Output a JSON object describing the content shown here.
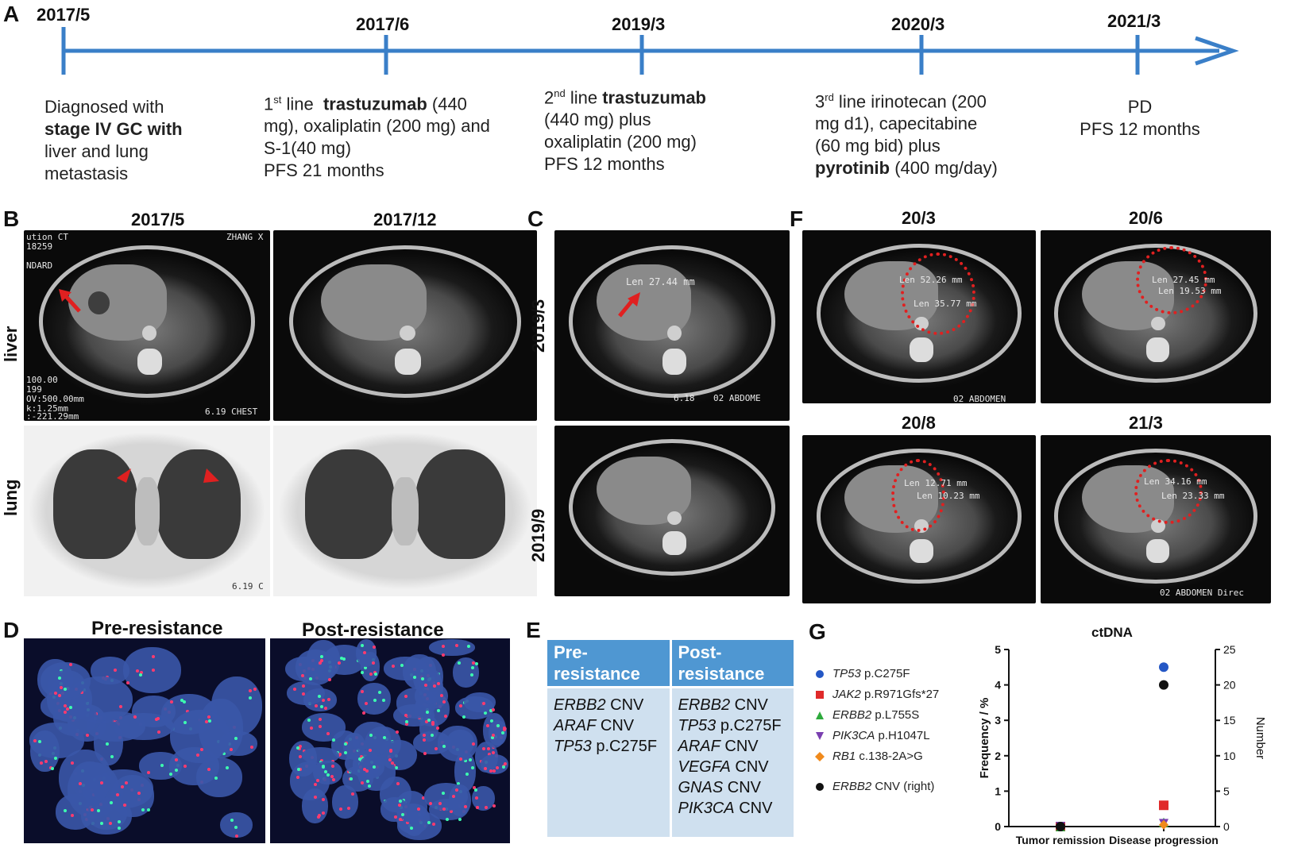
{
  "panels": {
    "A": "A",
    "B": "B",
    "C": "C",
    "D": "D",
    "E": "E",
    "F": "F",
    "G": "G"
  },
  "timeline": {
    "dates": [
      "2017/5",
      "2017/6",
      "2019/3",
      "2020/3",
      "2021/3"
    ],
    "events": [
      {
        "l1": "Diagnosed with",
        "l2a": "stage IV GC",
        "l2b": " with",
        "l3": "liver and lung",
        "l4": "metastasis"
      },
      {
        "ord": "1",
        "sup": "st",
        "pre": " line  ",
        "drug": "trastuzumab",
        "post": " (440",
        "l2": "mg), oxaliplatin (200 mg) and",
        "l3": "S-1(40 mg)",
        "l4": "PFS 21 months"
      },
      {
        "ord": "2",
        "sup": "nd",
        "pre": " line ",
        "drug": "trastuzumab",
        "l2": "(440 mg) plus",
        "l3": "oxaliplatin (200 mg)",
        "l4": "PFS 12 months"
      },
      {
        "ord": "3",
        "sup": "rd",
        "l1": " line irinotecan (200",
        "l2": "mg d1), capecitabine",
        "l3": "(60 mg bid) plus",
        "drug": "pyrotinib",
        "l4post": " (400 mg/day)"
      },
      {
        "l1": "PD",
        "l2": "PFS 12 months"
      }
    ],
    "color": "#3a7fc8"
  },
  "panelB": {
    "col_titles": [
      "2017/5",
      "2017/12"
    ],
    "row_labels": [
      "liver",
      "lung"
    ],
    "ct_text": [
      "ution CT",
      "ZHANG X",
      "18259",
      "NDARD",
      "100.00",
      "199",
      "OV:500.00mm",
      "k:1.25mm",
      ":-221.29mm",
      "6.19 CHEST",
      "6.19 C"
    ]
  },
  "panelC": {
    "row_labels": [
      "2019/3",
      "2019/9"
    ],
    "measure": "Len 27.44 mm",
    "ct_text": [
      "6.18",
      "02 ABDOME"
    ]
  },
  "panelF": {
    "titles": [
      "20/3",
      "20/6",
      "20/8",
      "21/3"
    ],
    "measures": [
      [
        "Len 52.26 mm",
        "Len 35.77 mm"
      ],
      [
        "Len 27.45 mm",
        "Len 19.53 mm"
      ],
      [
        "Len 12.71 mm",
        "Len 10.23 mm"
      ],
      [
        "Len 34.16 mm",
        "Len 23.33 mm"
      ]
    ],
    "ct_text": [
      "02 ABDOMEN Direct",
      "02 ABDOMEN Direc"
    ]
  },
  "panelD": {
    "titles": [
      "Pre-resistance",
      "Post-resistance"
    ]
  },
  "panelE": {
    "headers": [
      [
        "Pre-",
        "resistance"
      ],
      [
        "Post-",
        "resistance"
      ]
    ],
    "pre": [
      [
        "ERBB2",
        " CNV"
      ],
      [
        "ARAF",
        " CNV"
      ],
      [
        "TP53",
        " p.C275F"
      ]
    ],
    "post": [
      [
        "ERBB2",
        " CNV"
      ],
      [
        "TP53",
        " p.C275F"
      ],
      [
        "ARAF",
        " CNV"
      ],
      [
        "VEGFA",
        " CNV"
      ],
      [
        "GNAS",
        " CNV"
      ],
      [
        "PIK3CA",
        " CNV"
      ]
    ]
  },
  "chart_data": {
    "type": "scatter",
    "title": "ctDNA",
    "categories": [
      "Tumor remission",
      "Disease progression"
    ],
    "ylabel": "Frequency / %",
    "y2label": "Number",
    "ylim": [
      0,
      5
    ],
    "y2lim": [
      0,
      25
    ],
    "yticks": [
      "0",
      "1",
      "2",
      "3",
      "4",
      "5"
    ],
    "y2ticks": [
      "0",
      "5",
      "10",
      "15",
      "20",
      "25"
    ],
    "series": [
      {
        "gene": "TP53",
        "variant": " p.C275F",
        "marker": "circle",
        "color": "#2457c5",
        "axis": "left",
        "values": [
          0,
          4.5
        ]
      },
      {
        "gene": "JAK2",
        "variant": " p.R971Gfs*27",
        "marker": "square",
        "color": "#e02a2a",
        "axis": "left",
        "values": [
          0,
          0.6
        ]
      },
      {
        "gene": "ERBB2",
        "variant": " p.L755S",
        "marker": "triangle-up",
        "color": "#2eaa3c",
        "axis": "left",
        "values": [
          0,
          0.12
        ]
      },
      {
        "gene": "PIK3CA",
        "variant": " p.H1047L",
        "marker": "triangle-down",
        "color": "#7a3fb0",
        "axis": "left",
        "values": [
          0,
          0.08
        ]
      },
      {
        "gene": "RB1",
        "variant": " c.138-2A>G",
        "marker": "diamond",
        "color": "#f08a1c",
        "axis": "left",
        "values": [
          0,
          0.05
        ]
      },
      {
        "gene": "ERBB2",
        "variant": " CNV (right)",
        "marker": "circle",
        "color": "#111111",
        "axis": "right",
        "values": [
          0,
          20
        ]
      }
    ]
  }
}
